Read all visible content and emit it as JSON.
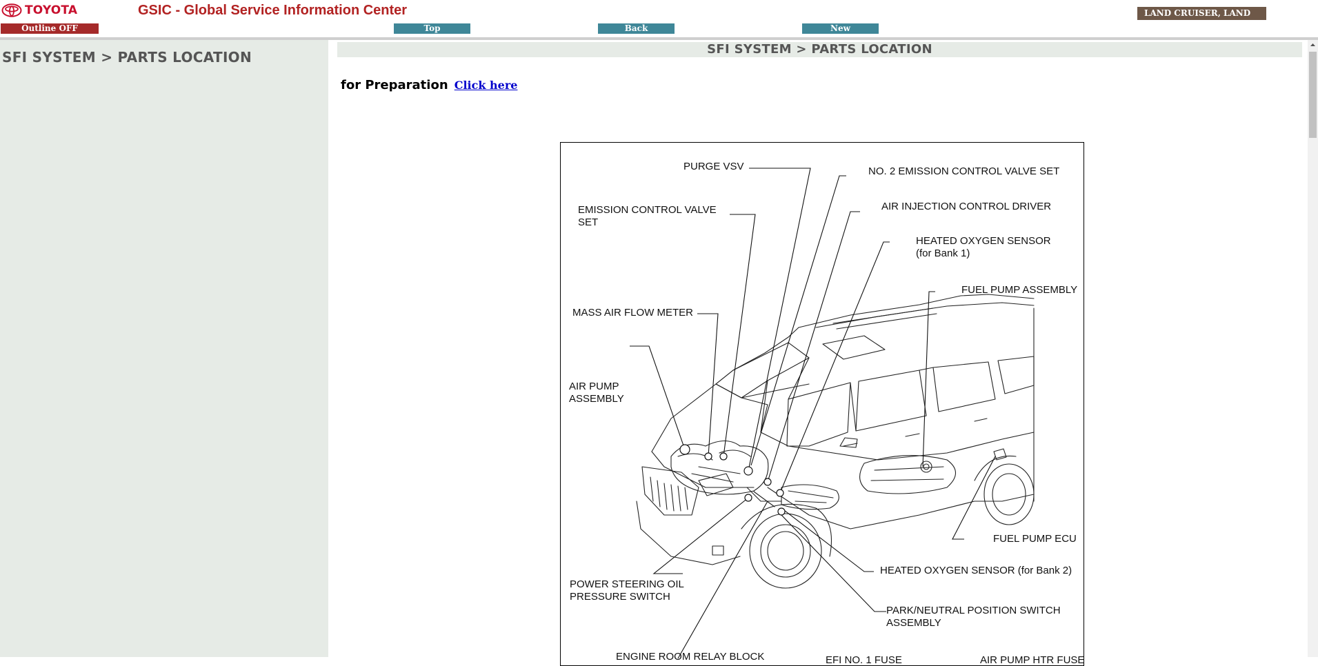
{
  "header": {
    "logo_text": "TOYOTA",
    "app_title": "GSIC - Global Service Information Center",
    "outline_button": "Outline OFF",
    "nav": {
      "top": "Top",
      "back": "Back",
      "new": "New"
    },
    "vehicle": "LAND CRUISER, LAND"
  },
  "sidebar": {
    "title": "SFI SYSTEM > PARTS LOCATION"
  },
  "main": {
    "heading": "SFI SYSTEM > PARTS LOCATION",
    "prep_label": "for Preparation",
    "prep_link": "Click here"
  },
  "figure": {
    "labels": {
      "purge_vsv": "PURGE VSV",
      "no2_ecv": "NO. 2 EMISSION CONTROL VALVE SET",
      "ecv_set": "EMISSION CONTROL VALVE\nSET",
      "air_inj": "AIR INJECTION CONTROL DRIVER",
      "hos_b1": "HEATED OXYGEN SENSOR\n(for Bank 1)",
      "fuel_pump_assy": "FUEL PUMP ASSEMBLY",
      "maf": "MASS AIR FLOW METER",
      "air_pump": "AIR PUMP\nASSEMBLY",
      "fuel_pump_ecu": "FUEL PUMP ECU",
      "hos_b2": "HEATED OXYGEN SENSOR (for Bank 2)",
      "ps_switch": "POWER STEERING OIL\nPRESSURE SWITCH",
      "pnp_switch": "PARK/NEUTRAL POSITION SWITCH\nASSEMBLY",
      "relay_block": "ENGINE ROOM RELAY BLOCK",
      "efi_fuse": "EFI NO. 1 FUSE",
      "air_pump_fuse": "AIR PUMP HTR FUSE"
    }
  }
}
